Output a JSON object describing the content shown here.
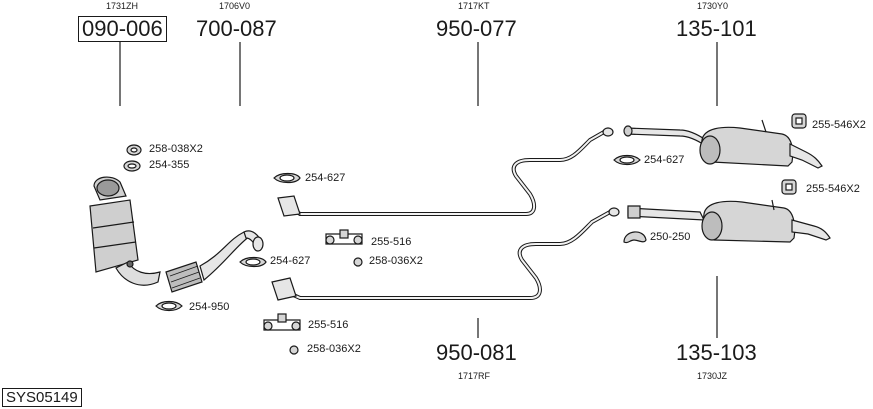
{
  "diagram": {
    "system_id": "SYS05149",
    "parts": [
      {
        "code": "1731ZH",
        "number": "090-006"
      },
      {
        "code": "1706V0",
        "number": "700-087"
      },
      {
        "code": "1717KT",
        "number": "950-077"
      },
      {
        "code": "1730Y0",
        "number": "135-101"
      },
      {
        "code": "1717RF",
        "number": "950-081"
      },
      {
        "code": "1730JZ",
        "number": "135-103"
      }
    ],
    "accessories": [
      "258-038X2",
      "254-355",
      "254-627",
      "255-516",
      "258-036X2",
      "254-627",
      "254-950",
      "255-516",
      "258-036X2",
      "254-627",
      "250-250",
      "255-546X2",
      "255-546X2"
    ]
  }
}
